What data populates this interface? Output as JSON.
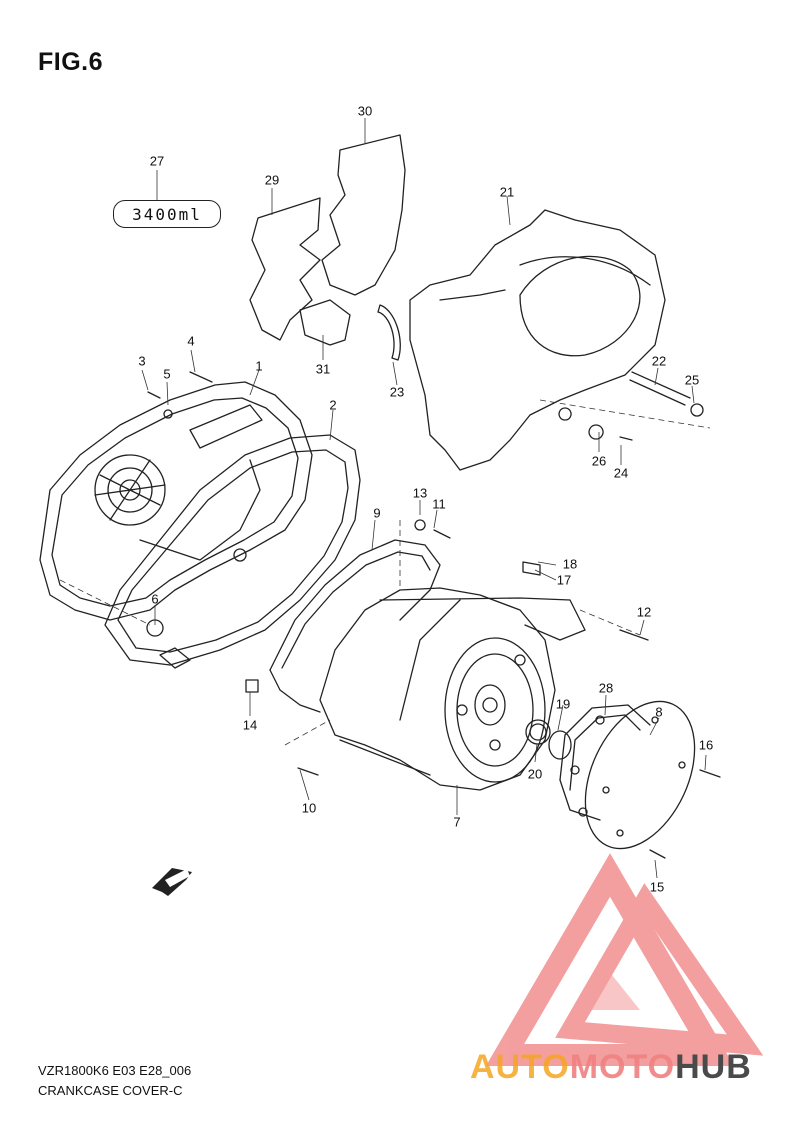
{
  "figure": {
    "title": "FIG.6"
  },
  "oil_capacity": "3400ml",
  "callouts": [
    {
      "id": "c1",
      "text": "1"
    },
    {
      "id": "c2",
      "text": "2"
    },
    {
      "id": "c3",
      "text": "3"
    },
    {
      "id": "c4",
      "text": "4"
    },
    {
      "id": "c5",
      "text": "5"
    },
    {
      "id": "c6",
      "text": "6"
    },
    {
      "id": "c7",
      "text": "7"
    },
    {
      "id": "c8",
      "text": "8"
    },
    {
      "id": "c9",
      "text": "9"
    },
    {
      "id": "c10",
      "text": "10"
    },
    {
      "id": "c11",
      "text": "11"
    },
    {
      "id": "c12",
      "text": "12"
    },
    {
      "id": "c13",
      "text": "13"
    },
    {
      "id": "c14",
      "text": "14"
    },
    {
      "id": "c15",
      "text": "15"
    },
    {
      "id": "c16",
      "text": "16"
    },
    {
      "id": "c17",
      "text": "17"
    },
    {
      "id": "c18",
      "text": "18"
    },
    {
      "id": "c19",
      "text": "19"
    },
    {
      "id": "c20",
      "text": "20"
    },
    {
      "id": "c21",
      "text": "21"
    },
    {
      "id": "c22",
      "text": "22"
    },
    {
      "id": "c23",
      "text": "23"
    },
    {
      "id": "c24",
      "text": "24"
    },
    {
      "id": "c25",
      "text": "25"
    },
    {
      "id": "c26",
      "text": "26"
    },
    {
      "id": "c27",
      "text": "27"
    },
    {
      "id": "c28",
      "text": "28"
    },
    {
      "id": "c29",
      "text": "29"
    },
    {
      "id": "c30",
      "text": "30"
    },
    {
      "id": "c31",
      "text": "31"
    }
  ],
  "fwd_label": "FWD",
  "footer": {
    "model_code": "VZR1800K6 E03 E28_006",
    "section_name": "CRANKCASE COVER-C"
  },
  "watermark": {
    "part1": "AUTO",
    "part2": "MOTO",
    "part3": "HUB",
    "color_orange": "#f5a623",
    "color_red": "#f08080",
    "color_gray": "#4a4a4a"
  }
}
